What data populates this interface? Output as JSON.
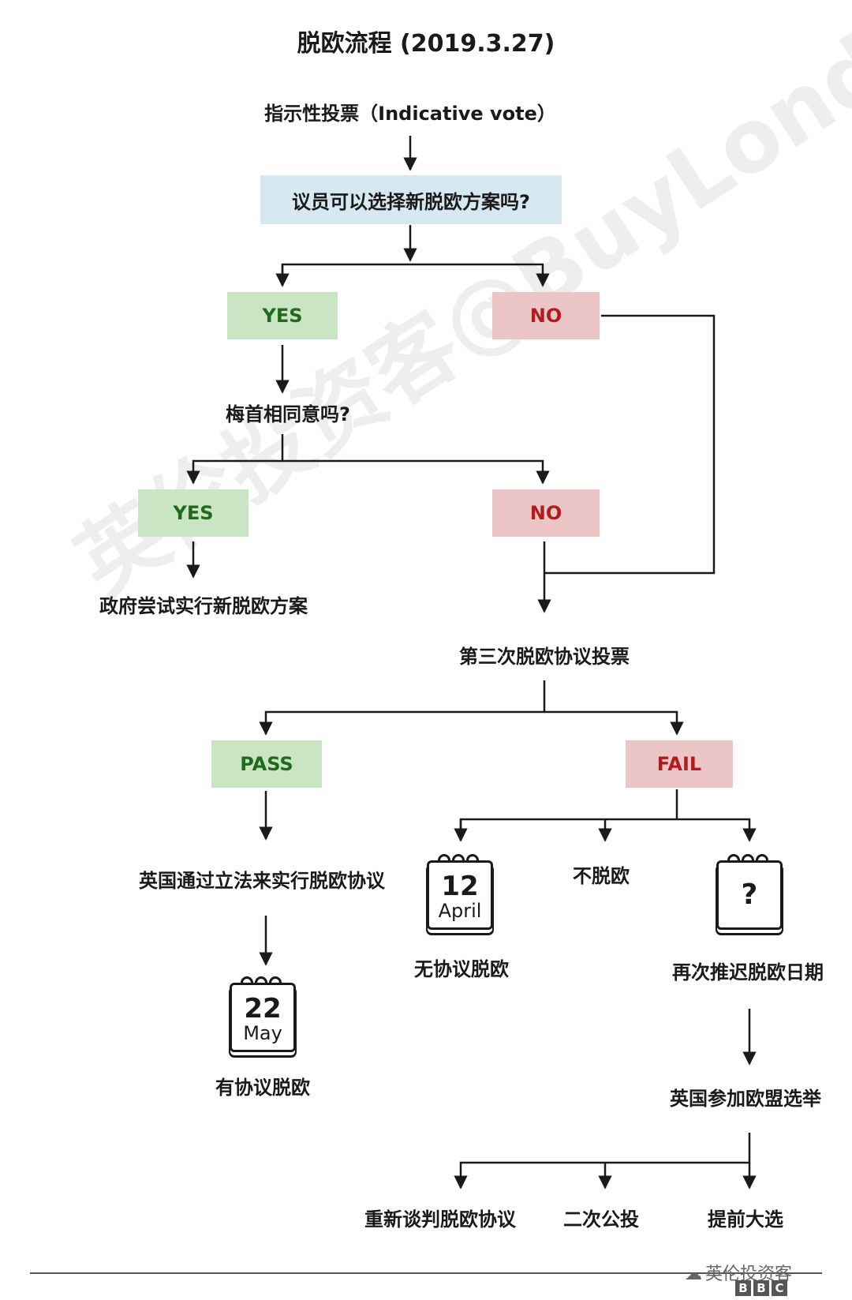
{
  "title": "脱欧流程 (2019.3.27)",
  "top_label": "指示性投票（Indicative vote）",
  "question_box": "议员可以选择新脱欧方案吗?",
  "branch1": {
    "yes": "YES",
    "no": "NO"
  },
  "pm_question": "梅首相同意吗?",
  "branch2": {
    "yes": "YES",
    "no": "NO"
  },
  "govt_try": "政府尝试实行新脱欧方案",
  "third_vote": "第三次脱欧协议投票",
  "pass_label": "PASS",
  "fail_label": "FAIL",
  "pass_path": {
    "legislation": "英国通过立法来实行脱欧协议",
    "calendar": {
      "day": "22",
      "month": "May"
    },
    "result": "有协议脱欧"
  },
  "fail_path": {
    "no_deal": {
      "calendar": {
        "day": "12",
        "month": "April"
      },
      "label": "无协议脱欧"
    },
    "no_brexit": "不脱欧",
    "delay": {
      "calendar": {
        "symbol": "?"
      },
      "label": "再次推迟脱欧日期"
    },
    "eu_election": "英国参加欧盟选举",
    "outcomes": [
      "重新谈判脱欧协议",
      "二次公投",
      "提前大选"
    ]
  },
  "watermark": "英伦投资客@BuyLondon",
  "footer": {
    "wechat_icon": "wechat-icon",
    "brand": "英伦投资客",
    "bbc_letters": [
      "B",
      "B",
      "C"
    ]
  },
  "colors": {
    "question_bg": "#d6e8f1",
    "yes_bg": "#c9e5c4",
    "yes_text": "#1f6b1c",
    "no_bg": "#ecc6c6",
    "no_text": "#b31c1c",
    "line": "#1a1a1a"
  }
}
